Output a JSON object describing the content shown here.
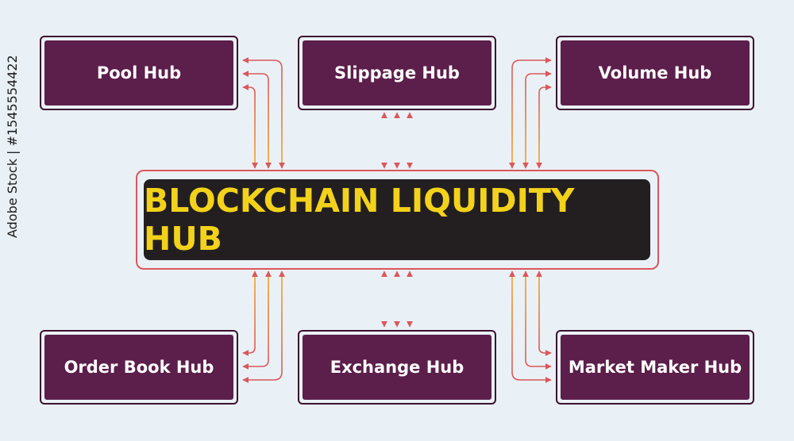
{
  "center": {
    "title": "BLOCKCHAIN LIQUIDITY HUB"
  },
  "hubs": {
    "pool": "Pool Hub",
    "slippage": "Slippage Hub",
    "volume": "Volume Hub",
    "order_book": "Order Book Hub",
    "exchange": "Exchange Hub",
    "market_maker": "Market Maker Hub"
  },
  "watermark": {
    "id": "Adobe Stock | #1545554422"
  },
  "colors": {
    "background": "#eaf1f6",
    "hub_fill": "#5c1e4b",
    "hub_border": "#3d1030",
    "center_fill": "#231f20",
    "center_text": "#f2d21b",
    "connector_red": "#d9585c",
    "connector_orange": "#f5a623"
  }
}
